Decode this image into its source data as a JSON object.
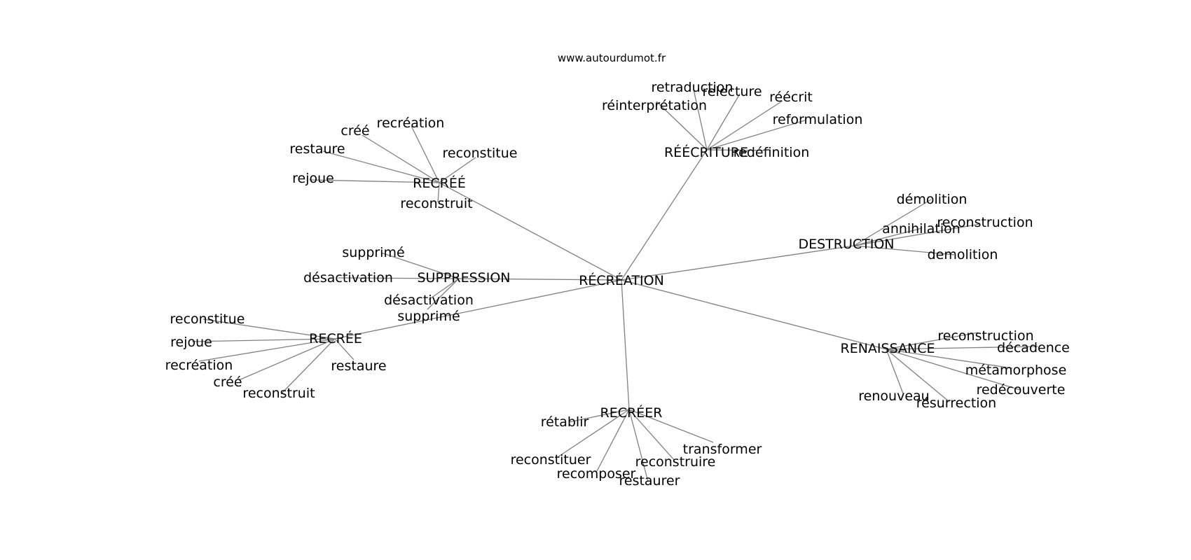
{
  "header": {
    "site": "www.autourdumot.fr"
  },
  "colors": {
    "edge": "#808080",
    "text": "#000000",
    "background": "#ffffff"
  },
  "root": "RÉCRÉATION",
  "hubs": [
    {
      "id": "recree_acute",
      "label": "RECRÉÉ"
    },
    {
      "id": "reecriture",
      "label": "RÉÉCRITURE"
    },
    {
      "id": "destruction",
      "label": "DESTRUCTION"
    },
    {
      "id": "suppression",
      "label": "SUPPRESSION"
    },
    {
      "id": "recree",
      "label": "RECRÉE"
    },
    {
      "id": "renaissance",
      "label": "RENAISSANCE"
    },
    {
      "id": "recreer",
      "label": "RECRÉER"
    }
  ],
  "leaves": {
    "recree_acute": [
      "créé",
      "recréation",
      "restaure",
      "reconstitue",
      "rejoue",
      "reconstruit"
    ],
    "reecriture": [
      "retraduction",
      "relecture",
      "réinterprétation",
      "réécrit",
      "reformulation",
      "redéfinition"
    ],
    "destruction": [
      "démolition",
      "annihilation",
      "reconstruction",
      "demolition"
    ],
    "suppression": [
      "supprimé",
      "désactivation",
      "désactivation",
      "supprimé"
    ],
    "recree": [
      "reconstitue",
      "rejoue",
      "recréation",
      "créé",
      "reconstruit",
      "restaure"
    ],
    "renaissance": [
      "reconstruction",
      "décadence",
      "métamorphose",
      "redécouverte",
      "renouveau",
      "résurrection"
    ],
    "recreer": [
      "rétablir",
      "transformer",
      "reconstituer",
      "reconstruire",
      "recomposer",
      "restaurer"
    ]
  }
}
